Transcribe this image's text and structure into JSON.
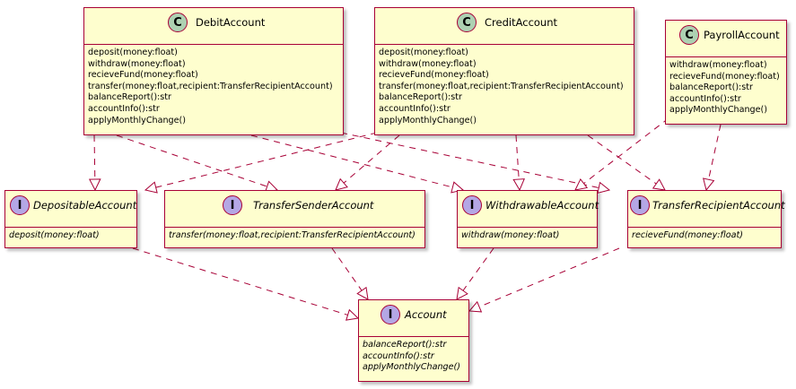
{
  "colors": {
    "box_fill": "#FEFECE",
    "border": "#A80036",
    "class_badge": "#ADD1B2",
    "interface_badge": "#B4A7E5"
  },
  "classes": {
    "debit": {
      "badge": "C",
      "name": "DebitAccount",
      "methods": [
        "deposit(money:float)",
        "withdraw(money:float)",
        "recieveFund(money:float)",
        "transfer(money:float,recipient:TransferRecipientAccount)",
        "balanceReport():str",
        "accountInfo():str",
        "applyMonthlyChange()"
      ]
    },
    "credit": {
      "badge": "C",
      "name": "CreditAccount",
      "methods": [
        "deposit(money:float)",
        "withdraw(money:float)",
        "recieveFund(money:float)",
        "transfer(money:float,recipient:TransferRecipientAccount)",
        "balanceReport():str",
        "accountInfo():str",
        "applyMonthlyChange()"
      ]
    },
    "payroll": {
      "badge": "C",
      "name": "PayrollAccount",
      "methods": [
        "withdraw(money:float)",
        "recieveFund(money:float)",
        "balanceReport():str",
        "accountInfo():str",
        "applyMonthlyChange()"
      ]
    }
  },
  "interfaces": {
    "depositable": {
      "badge": "I",
      "name": "DepositableAccount",
      "methods": [
        "deposit(money:float)"
      ]
    },
    "transfer_sender": {
      "badge": "I",
      "name": "TransferSenderAccount",
      "methods": [
        "transfer(money:float,recipient:TransferRecipientAccount)"
      ]
    },
    "withdrawable": {
      "badge": "I",
      "name": "WithdrawableAccount",
      "methods": [
        "withdraw(money:float)"
      ]
    },
    "transfer_recipient": {
      "badge": "I",
      "name": "TransferRecipientAccount",
      "methods": [
        "recieveFund(money:float)"
      ]
    },
    "account": {
      "badge": "I",
      "name": "Account",
      "methods": [
        "balanceReport():str",
        "accountInfo():str",
        "applyMonthlyChange()"
      ]
    }
  },
  "relations": [
    {
      "from": "DebitAccount",
      "to": "DepositableAccount"
    },
    {
      "from": "DebitAccount",
      "to": "TransferSenderAccount"
    },
    {
      "from": "DebitAccount",
      "to": "WithdrawableAccount"
    },
    {
      "from": "DebitAccount",
      "to": "TransferRecipientAccount"
    },
    {
      "from": "CreditAccount",
      "to": "DepositableAccount"
    },
    {
      "from": "CreditAccount",
      "to": "TransferSenderAccount"
    },
    {
      "from": "CreditAccount",
      "to": "WithdrawableAccount"
    },
    {
      "from": "CreditAccount",
      "to": "TransferRecipientAccount"
    },
    {
      "from": "PayrollAccount",
      "to": "WithdrawableAccount"
    },
    {
      "from": "PayrollAccount",
      "to": "TransferRecipientAccount"
    },
    {
      "from": "DepositableAccount",
      "to": "Account"
    },
    {
      "from": "TransferSenderAccount",
      "to": "Account"
    },
    {
      "from": "WithdrawableAccount",
      "to": "Account"
    },
    {
      "from": "TransferRecipientAccount",
      "to": "Account"
    }
  ]
}
